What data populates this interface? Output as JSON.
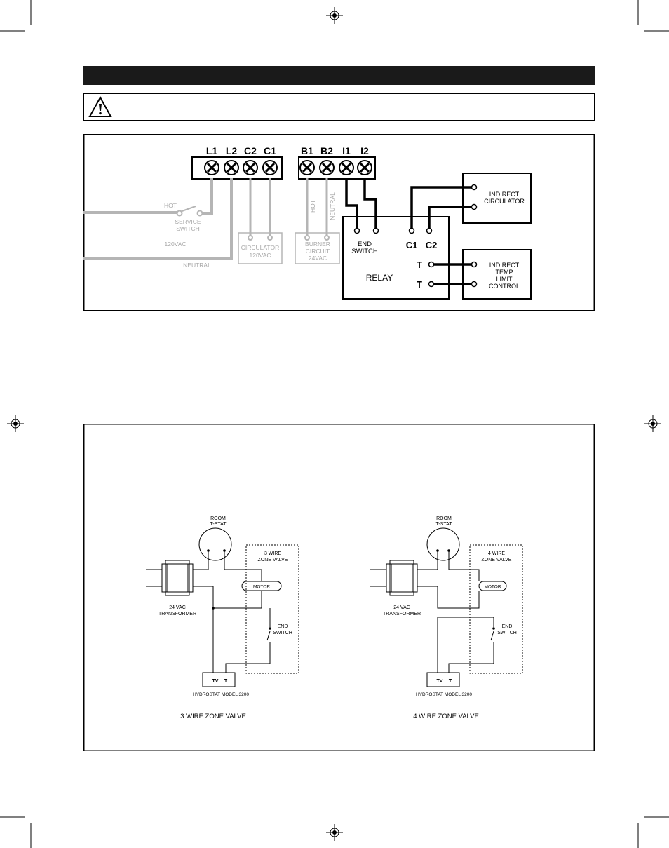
{
  "header_bar": {
    "color": "#1a1a1a"
  },
  "warning": {
    "icon": "warning-triangle-icon",
    "text": ""
  },
  "diagram1": {
    "terminals_left": [
      "L1",
      "L2",
      "C2",
      "C1"
    ],
    "terminals_right": [
      "B1",
      "B2",
      "I1",
      "I2"
    ],
    "hot": "HOT",
    "service_switch": [
      "SERVICE",
      "SWITCH"
    ],
    "vac120": "120VAC",
    "neutral": "NEUTRAL",
    "circulator": [
      "CIRCULATOR",
      "120VAC"
    ],
    "burner": [
      "BURNER",
      "CIRCUIT",
      "24VAC"
    ],
    "hot_vertical": "HOT",
    "neutral_vertical": "NEUTRAL",
    "relay": {
      "end_switch": [
        "END",
        "SWITCH"
      ],
      "c1": "C1",
      "c2": "C2",
      "t1": "T",
      "t2": "T",
      "label": "RELAY"
    },
    "indirect_circulator": [
      "INDIRECT",
      "CIRCULATOR"
    ],
    "indirect_temp": [
      "INDIRECT",
      "TEMP",
      "LIMIT",
      "CONTROL"
    ]
  },
  "diagram2": {
    "three_wire": {
      "room_tstat": [
        "ROOM",
        "T-STAT"
      ],
      "zone_valve": [
        "3 WIRE",
        "ZONE VALVE"
      ],
      "motor": "MOTOR",
      "transformer": [
        "24 VAC",
        "TRANSFORMER"
      ],
      "end_switch": [
        "END",
        "SWITCH"
      ],
      "tv": "TV",
      "t": "T",
      "hydrostat": "HYDROSTAT MODEL 3200",
      "caption": "3 WIRE ZONE VALVE"
    },
    "four_wire": {
      "room_tstat": [
        "ROOM",
        "T-STAT"
      ],
      "zone_valve": [
        "4 WIRE",
        "ZONE VALVE"
      ],
      "motor": "MOTOR",
      "transformer": [
        "24 VAC",
        "TRANSFORMER"
      ],
      "end_switch": [
        "END",
        "SWITCH"
      ],
      "tv": "TV",
      "t": "T",
      "hydrostat": "HYDROSTAT MODEL 3200",
      "caption": "4 WIRE ZONE VALVE"
    }
  }
}
